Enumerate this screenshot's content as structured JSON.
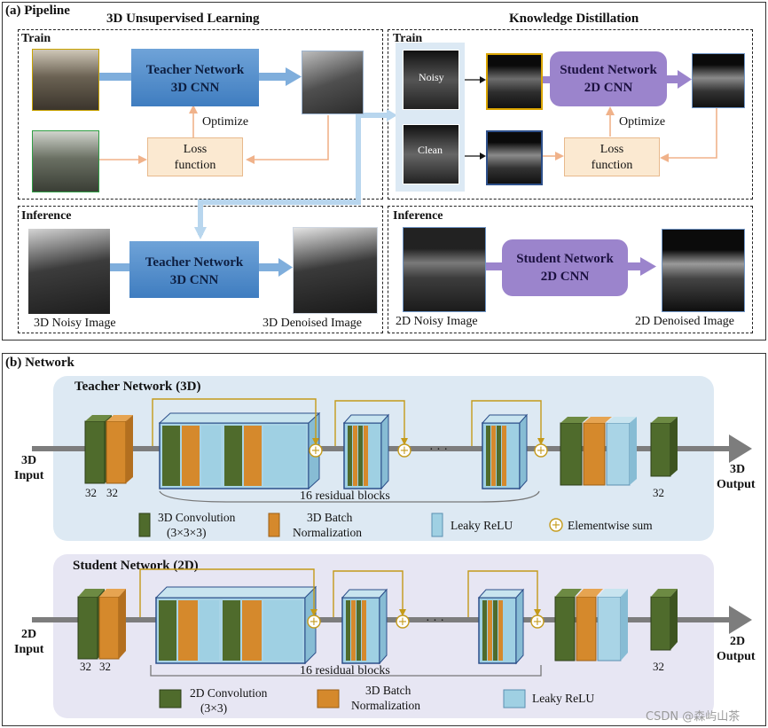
{
  "pipeline": {
    "header": "(a) Pipeline",
    "left_title": "3D Unsupervised Learning",
    "right_title": "Knowledge Distillation",
    "train_label": "Train",
    "inference_label": "Inference",
    "teacher_name": "Teacher Network",
    "teacher_sub": "3D CNN",
    "student_name": "Student Network",
    "student_sub": "2D CNN",
    "optimize": "Optimize",
    "loss_line1": "Loss",
    "loss_line2": "function",
    "noisy_tag": "Noisy",
    "clean_tag": "Clean",
    "noisy3d": "3D Noisy Image",
    "denoised3d": "3D Denoised Image",
    "noisy2d": "2D Noisy Image",
    "denoised2d": "2D Denoised Image"
  },
  "network": {
    "header": "(b) Network",
    "teacher_title": "Teacher Network (3D)",
    "student_title": "Student Network (2D)",
    "input3d_line1": "3D",
    "input3d_line2": "Input",
    "output3d_line1": "3D",
    "output3d_line2": "Output",
    "input2d_line1": "2D",
    "input2d_line2": "Input",
    "output2d_line1": "2D",
    "output2d_line2": "Output",
    "num32": "32",
    "ellipsis": "· · ·",
    "residual_blocks": "16 residual blocks",
    "legend3d": {
      "conv_line1": "3D Convolution",
      "conv_line2": "(3×3×3)",
      "bn_line1": "3D Batch",
      "bn_line2": "Normalization",
      "relu": "Leaky ReLU",
      "sum": "Elementwise sum"
    },
    "legend2d": {
      "conv_line1": "2D Convolution",
      "conv_line2": "(3×3)",
      "bn_line1": "3D Batch",
      "bn_line2": "Normalization",
      "relu": "Leaky ReLU"
    }
  },
  "watermark": "CSDN @森屿山茶",
  "colors": {
    "conv": "#4f6b2c",
    "bn": "#d5892c",
    "relu": "#9fd0e3",
    "sum": "#e4b128",
    "teacher_blue": "#4a86c8",
    "student_purple": "#9b84cc",
    "teacher_bg": "#dde9f3",
    "student_bg": "#e7e6f3"
  }
}
